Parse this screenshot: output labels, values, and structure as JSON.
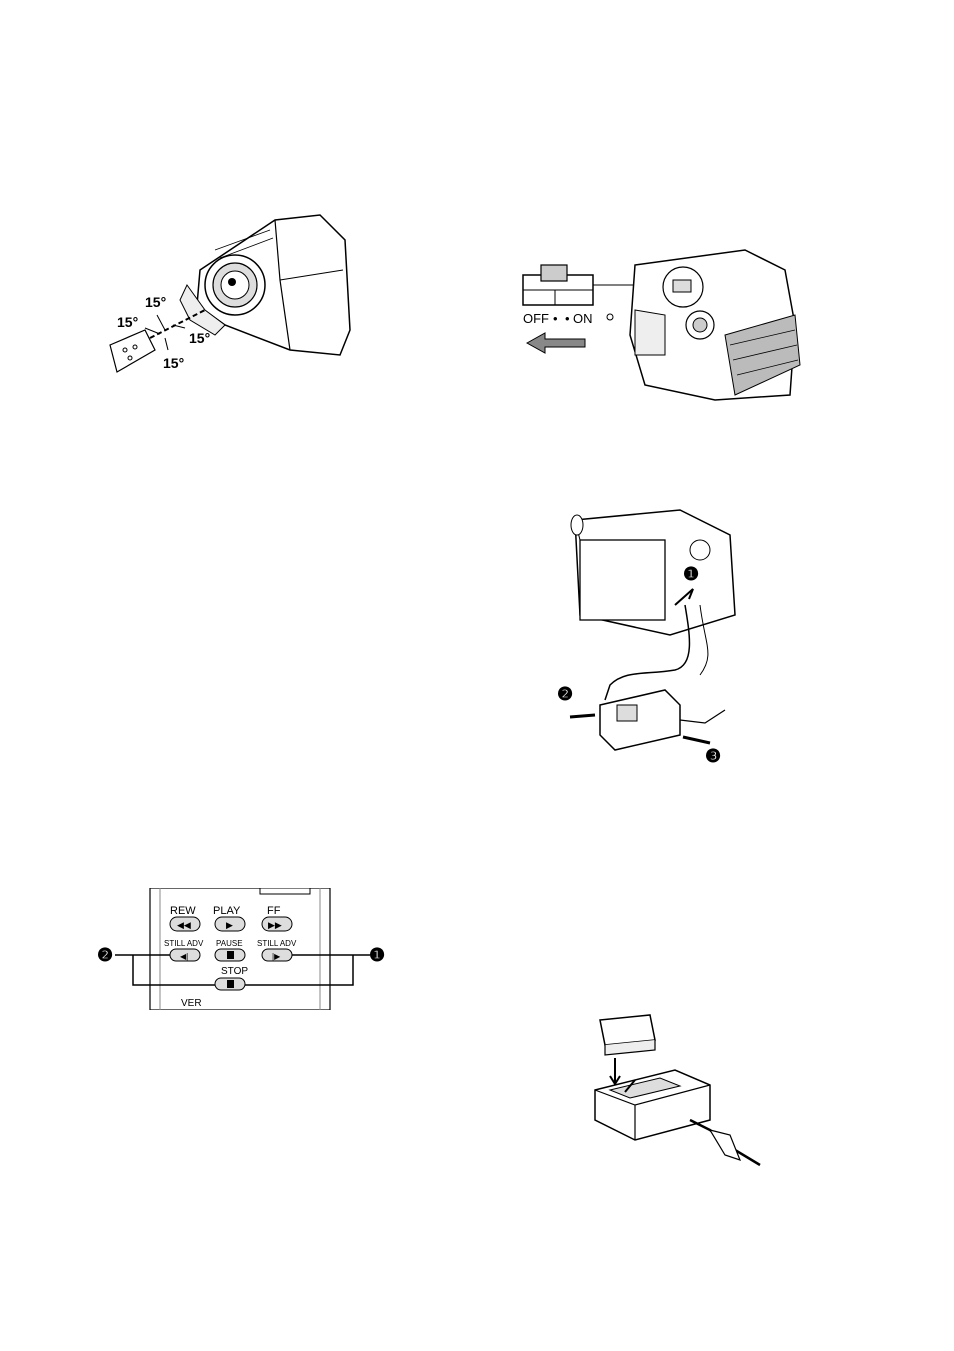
{
  "figures": {
    "remote_angle": {
      "angle_labels": [
        "15°",
        "15°",
        "15°",
        "15°"
      ]
    },
    "power_switch": {
      "off_label": "OFF",
      "on_label": "ON"
    },
    "ac_adaptor": {
      "steps": [
        "❶",
        "❷",
        "❸"
      ]
    },
    "remote_buttons": {
      "rew": "REW",
      "play": "PLAY",
      "ff": "FF",
      "still_adv_left": "STILL ADV",
      "pause": "PAUSE",
      "still_adv_right": "STILL ADV",
      "stop": "STOP",
      "ver": "VER",
      "callouts": [
        "❷",
        "❶"
      ]
    },
    "battery_charger": {}
  }
}
